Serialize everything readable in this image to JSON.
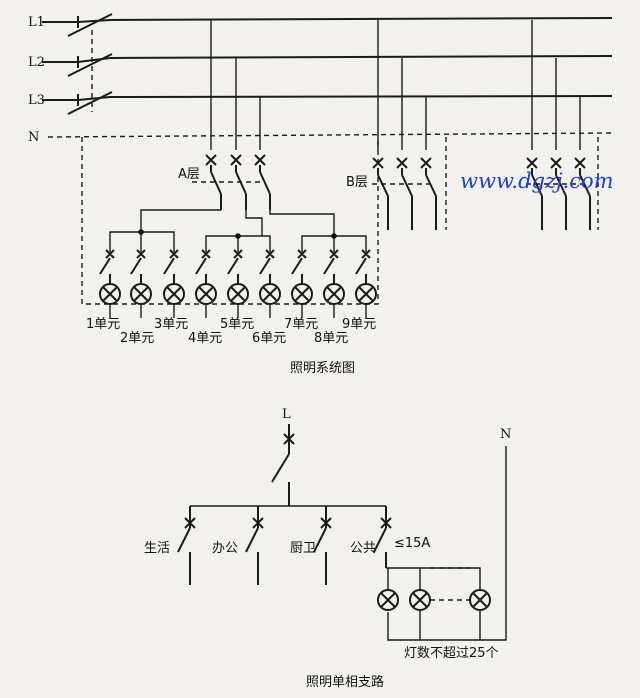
{
  "upper": {
    "lines": [
      "L1",
      "L2",
      "L3"
    ],
    "neutral": "N",
    "floor_a": "A层",
    "floor_b": "B层",
    "units": [
      "1单元",
      "2单元",
      "3单元",
      "4单元",
      "5单元",
      "6单元",
      "7单元",
      "8单元",
      "9单元"
    ],
    "title": "照明系统图"
  },
  "watermark": "www.dgzj.com",
  "lower": {
    "live": "L",
    "neutral": "N",
    "circuits": [
      "生活",
      "办公",
      "厨卫",
      "公共"
    ],
    "rating": "≤15A",
    "note": "灯数不超过25个",
    "title": "照明单相支路"
  }
}
